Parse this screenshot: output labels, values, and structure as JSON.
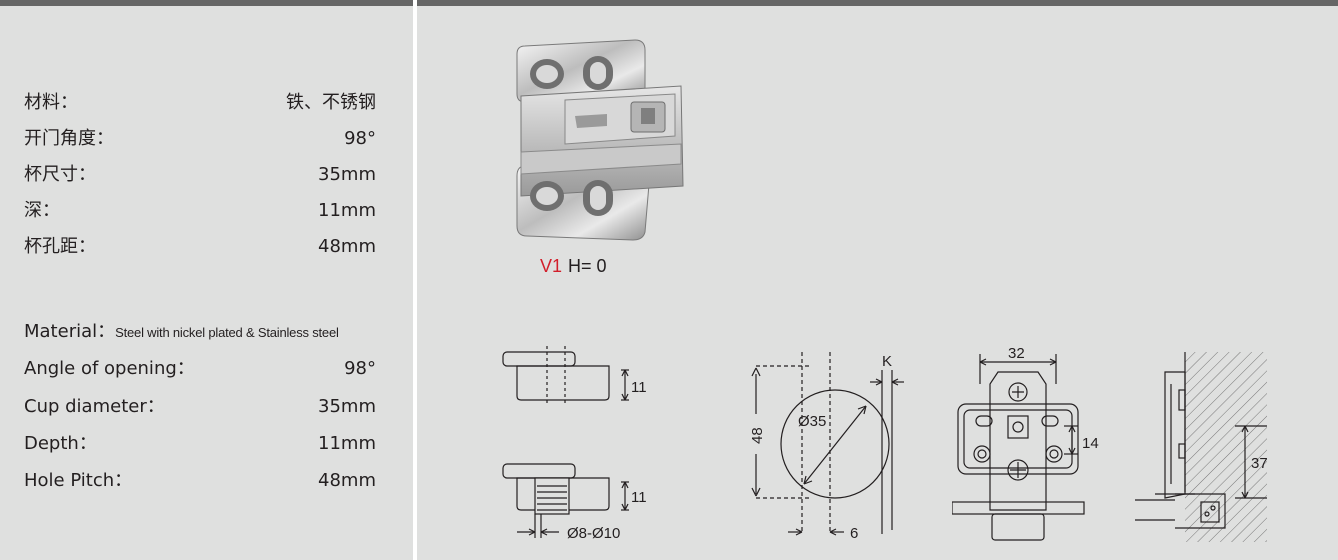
{
  "specs_cn": [
    {
      "label": "材料：",
      "value": "铁、不锈钢"
    },
    {
      "label": "开门角度：",
      "value": "98°"
    },
    {
      "label": "杯尺寸：",
      "value": "35mm"
    },
    {
      "label": "深：",
      "value": "11mm"
    },
    {
      "label": "杯孔距：",
      "value": "48mm"
    }
  ],
  "material_en": {
    "label": "Material：",
    "value": "Steel with nickel plated & Stainless steel"
  },
  "specs_en": [
    {
      "label": "Angle of opening：",
      "value": "98°"
    },
    {
      "label": "Cup diameter：",
      "value": "35mm"
    },
    {
      "label": "Depth：",
      "value": "11mm"
    },
    {
      "label": "Hole Pitch：",
      "value": "48mm"
    }
  ],
  "product": {
    "model": "V1",
    "height_label": "H= 0"
  },
  "drawings": {
    "cup_depth": "11",
    "cup_depth_2": "11",
    "boss_diameter": "Ø8-Ø10",
    "cup_diameter": "Ø35",
    "hole_pitch": "48",
    "offset_k": "K",
    "edge_distance": "6",
    "plate_width": "32",
    "screw_offset": "14",
    "mount_height": "37"
  }
}
